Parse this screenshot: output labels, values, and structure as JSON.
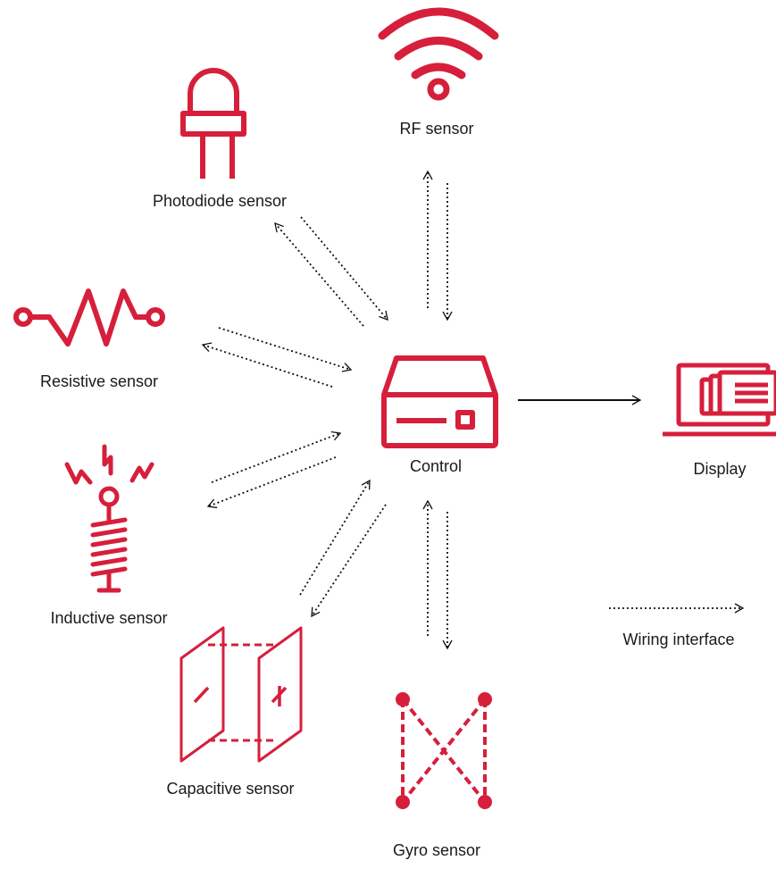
{
  "colors": {
    "accent": "#d61f3b",
    "text": "#1a1a1a",
    "arrow": "#111111"
  },
  "nodes": {
    "rf": {
      "label": "RF sensor",
      "icon": "wifi-icon"
    },
    "photodiode": {
      "label": "Photodiode sensor",
      "icon": "led-photodiode-icon"
    },
    "resistive": {
      "label": "Resistive sensor",
      "icon": "resistor-icon"
    },
    "inductive": {
      "label": "Inductive sensor",
      "icon": "inductive-coil-icon"
    },
    "capacitive": {
      "label": "Capacitive sensor",
      "icon": "capacitor-plates-icon"
    },
    "gyro": {
      "label": "Gyro sensor",
      "icon": "gyro-cross-icon"
    },
    "control": {
      "label": "Control",
      "icon": "control-box-icon"
    },
    "display": {
      "label": "Display",
      "icon": "laptop-display-icon"
    }
  },
  "legend": {
    "label": "Wiring interface"
  },
  "connections": [
    {
      "from": "control",
      "to": "rf",
      "style": "dotted",
      "bidirectional": true
    },
    {
      "from": "control",
      "to": "photodiode",
      "style": "dotted",
      "bidirectional": true
    },
    {
      "from": "control",
      "to": "resistive",
      "style": "dotted",
      "bidirectional": true
    },
    {
      "from": "control",
      "to": "inductive",
      "style": "dotted",
      "bidirectional": true
    },
    {
      "from": "control",
      "to": "capacitive",
      "style": "dotted",
      "bidirectional": true
    },
    {
      "from": "control",
      "to": "gyro",
      "style": "dotted",
      "bidirectional": true
    },
    {
      "from": "control",
      "to": "display",
      "style": "solid",
      "bidirectional": false
    }
  ]
}
